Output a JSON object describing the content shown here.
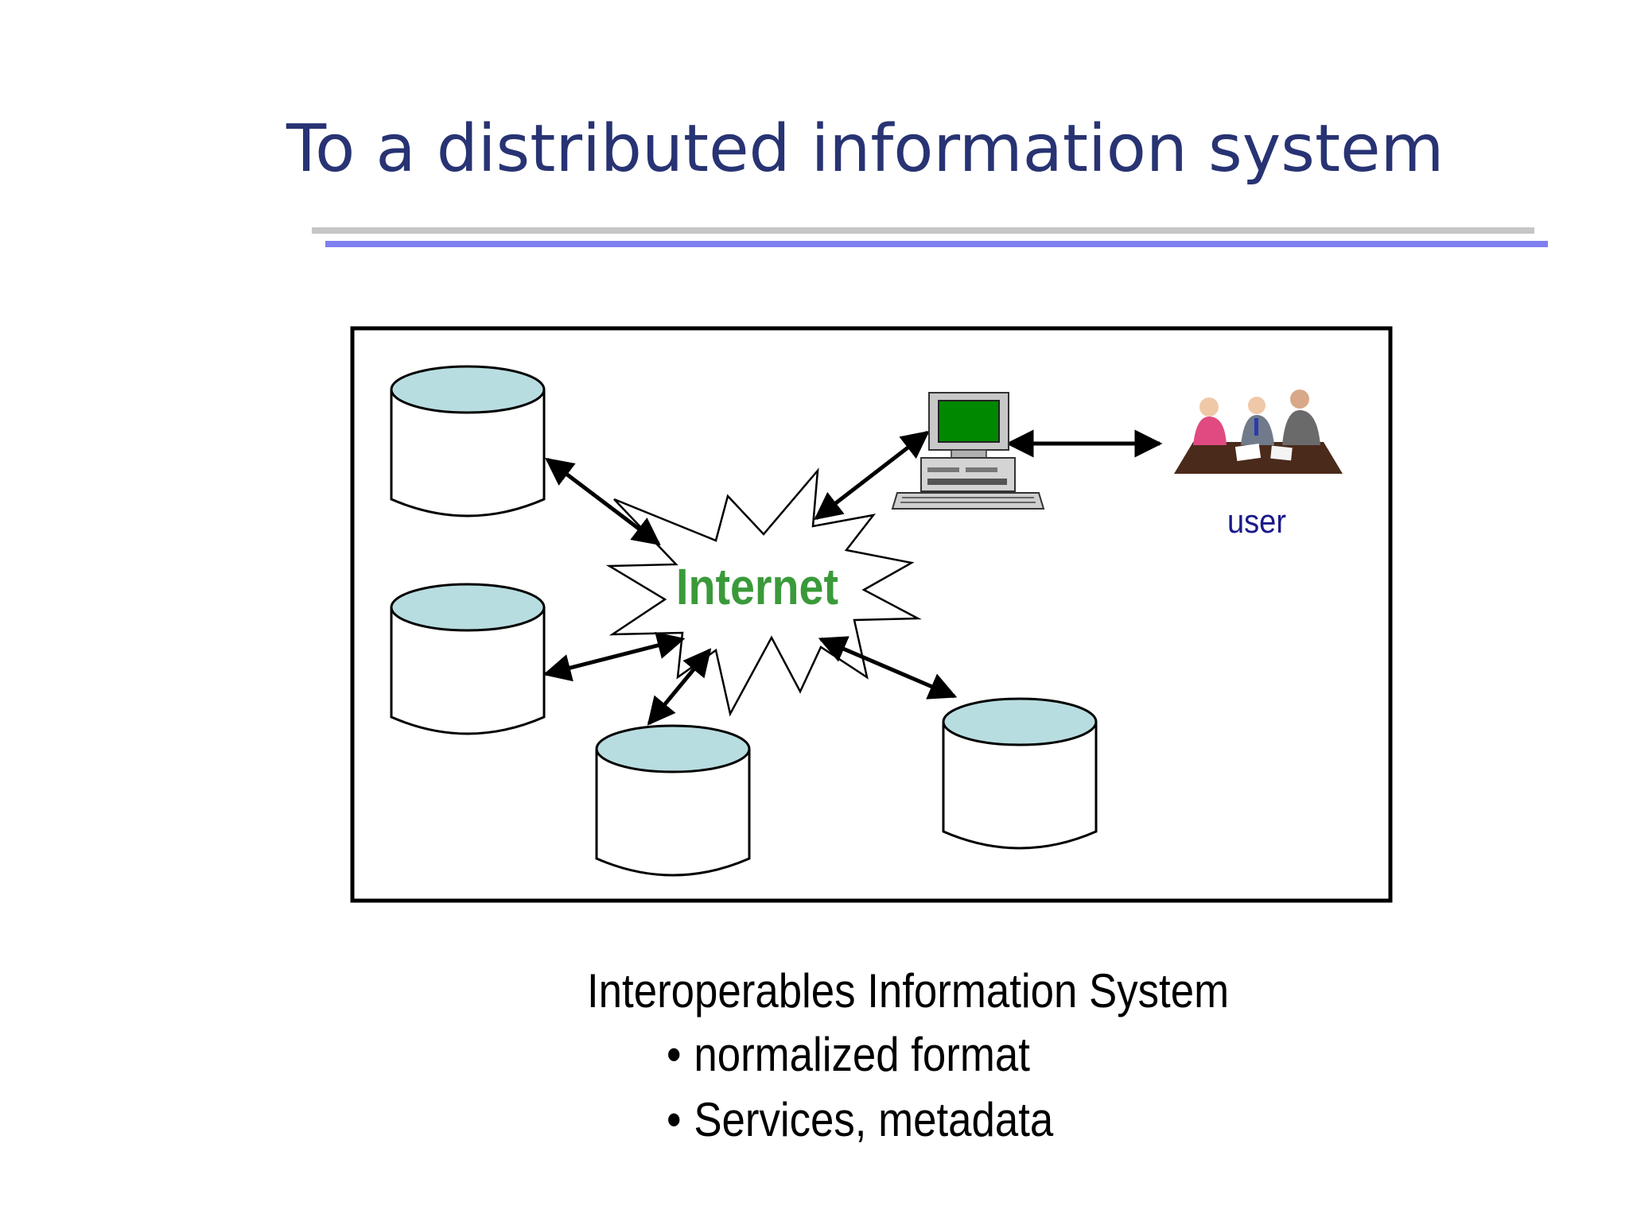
{
  "slide": {
    "title": "To a distributed information system"
  },
  "diagram": {
    "center_label": "Internet",
    "user_label": "user",
    "databases": [
      "database",
      "database",
      "database",
      "database"
    ],
    "icons": {
      "database": "database-cylinder-icon",
      "computer": "desktop-computer-icon",
      "user": "meeting-people-icon",
      "cloud": "internet-burst-icon"
    },
    "colors": {
      "internet_text": "#3a9a3a",
      "db_top": "#b8dde0",
      "screen": "#008800",
      "user_text": "#1a1a8a",
      "frame": "#000000"
    }
  },
  "caption": {
    "heading": "Interoperables Information System",
    "bullets": [
      "normalized format",
      "Services, metadata"
    ],
    "bullet_symbol": "•"
  },
  "colors": {
    "title": "#283373",
    "rule_gray": "#c6c6c6",
    "rule_blue": "#7f7fef"
  }
}
